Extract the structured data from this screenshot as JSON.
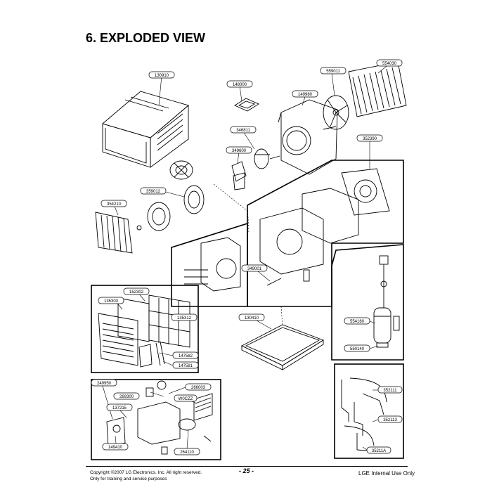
{
  "title": "6. EXPLODED VIEW",
  "parts": [
    {
      "id": "130910",
      "key": "cabinet"
    },
    {
      "id": "148000",
      "key": "bracket"
    },
    {
      "id": "149980",
      "key": "shroud"
    },
    {
      "id": "559011",
      "key": "fan-propeller"
    },
    {
      "id": "554030",
      "key": "condenser"
    },
    {
      "id": "346811",
      "key": "motor"
    },
    {
      "id": "349600",
      "key": "motor-mount"
    },
    {
      "id": "352390",
      "key": "base-pan-assembly"
    },
    {
      "id": "359012",
      "key": "blower-ring"
    },
    {
      "id": "354210",
      "key": "evaporator"
    },
    {
      "id": "349001",
      "key": "rod"
    },
    {
      "id": "135303",
      "key": "filter"
    },
    {
      "id": "152302",
      "key": "grille-inner"
    },
    {
      "id": "135312",
      "key": "front-grille"
    },
    {
      "id": "130410",
      "key": "base"
    },
    {
      "id": "554160",
      "key": "compressor"
    },
    {
      "id": "550140",
      "key": "compressor-foot"
    },
    {
      "id": "147582",
      "key": "louver-a"
    },
    {
      "id": "147581",
      "key": "louver-b"
    },
    {
      "id": "249950",
      "key": "control-box"
    },
    {
      "id": "266003",
      "key": "relay"
    },
    {
      "id": "269300",
      "key": "capacitor"
    },
    {
      "id": "W0CZZ",
      "key": "cover"
    },
    {
      "id": "137215",
      "key": "control-panel"
    },
    {
      "id": "149410",
      "key": "knob"
    },
    {
      "id": "264110",
      "key": "thermostat"
    },
    {
      "id": "352111",
      "key": "tube-a"
    },
    {
      "id": "352113",
      "key": "tube-b"
    },
    {
      "id": "35211A",
      "key": "tube-c"
    }
  ],
  "footer": {
    "copyright": "Copyright ©2007 LG Electronics. Inc. All right reserved.",
    "training": "Only for training and service purposes",
    "page_number": "- 25 -",
    "internal": "LGE Internal Use Only"
  }
}
